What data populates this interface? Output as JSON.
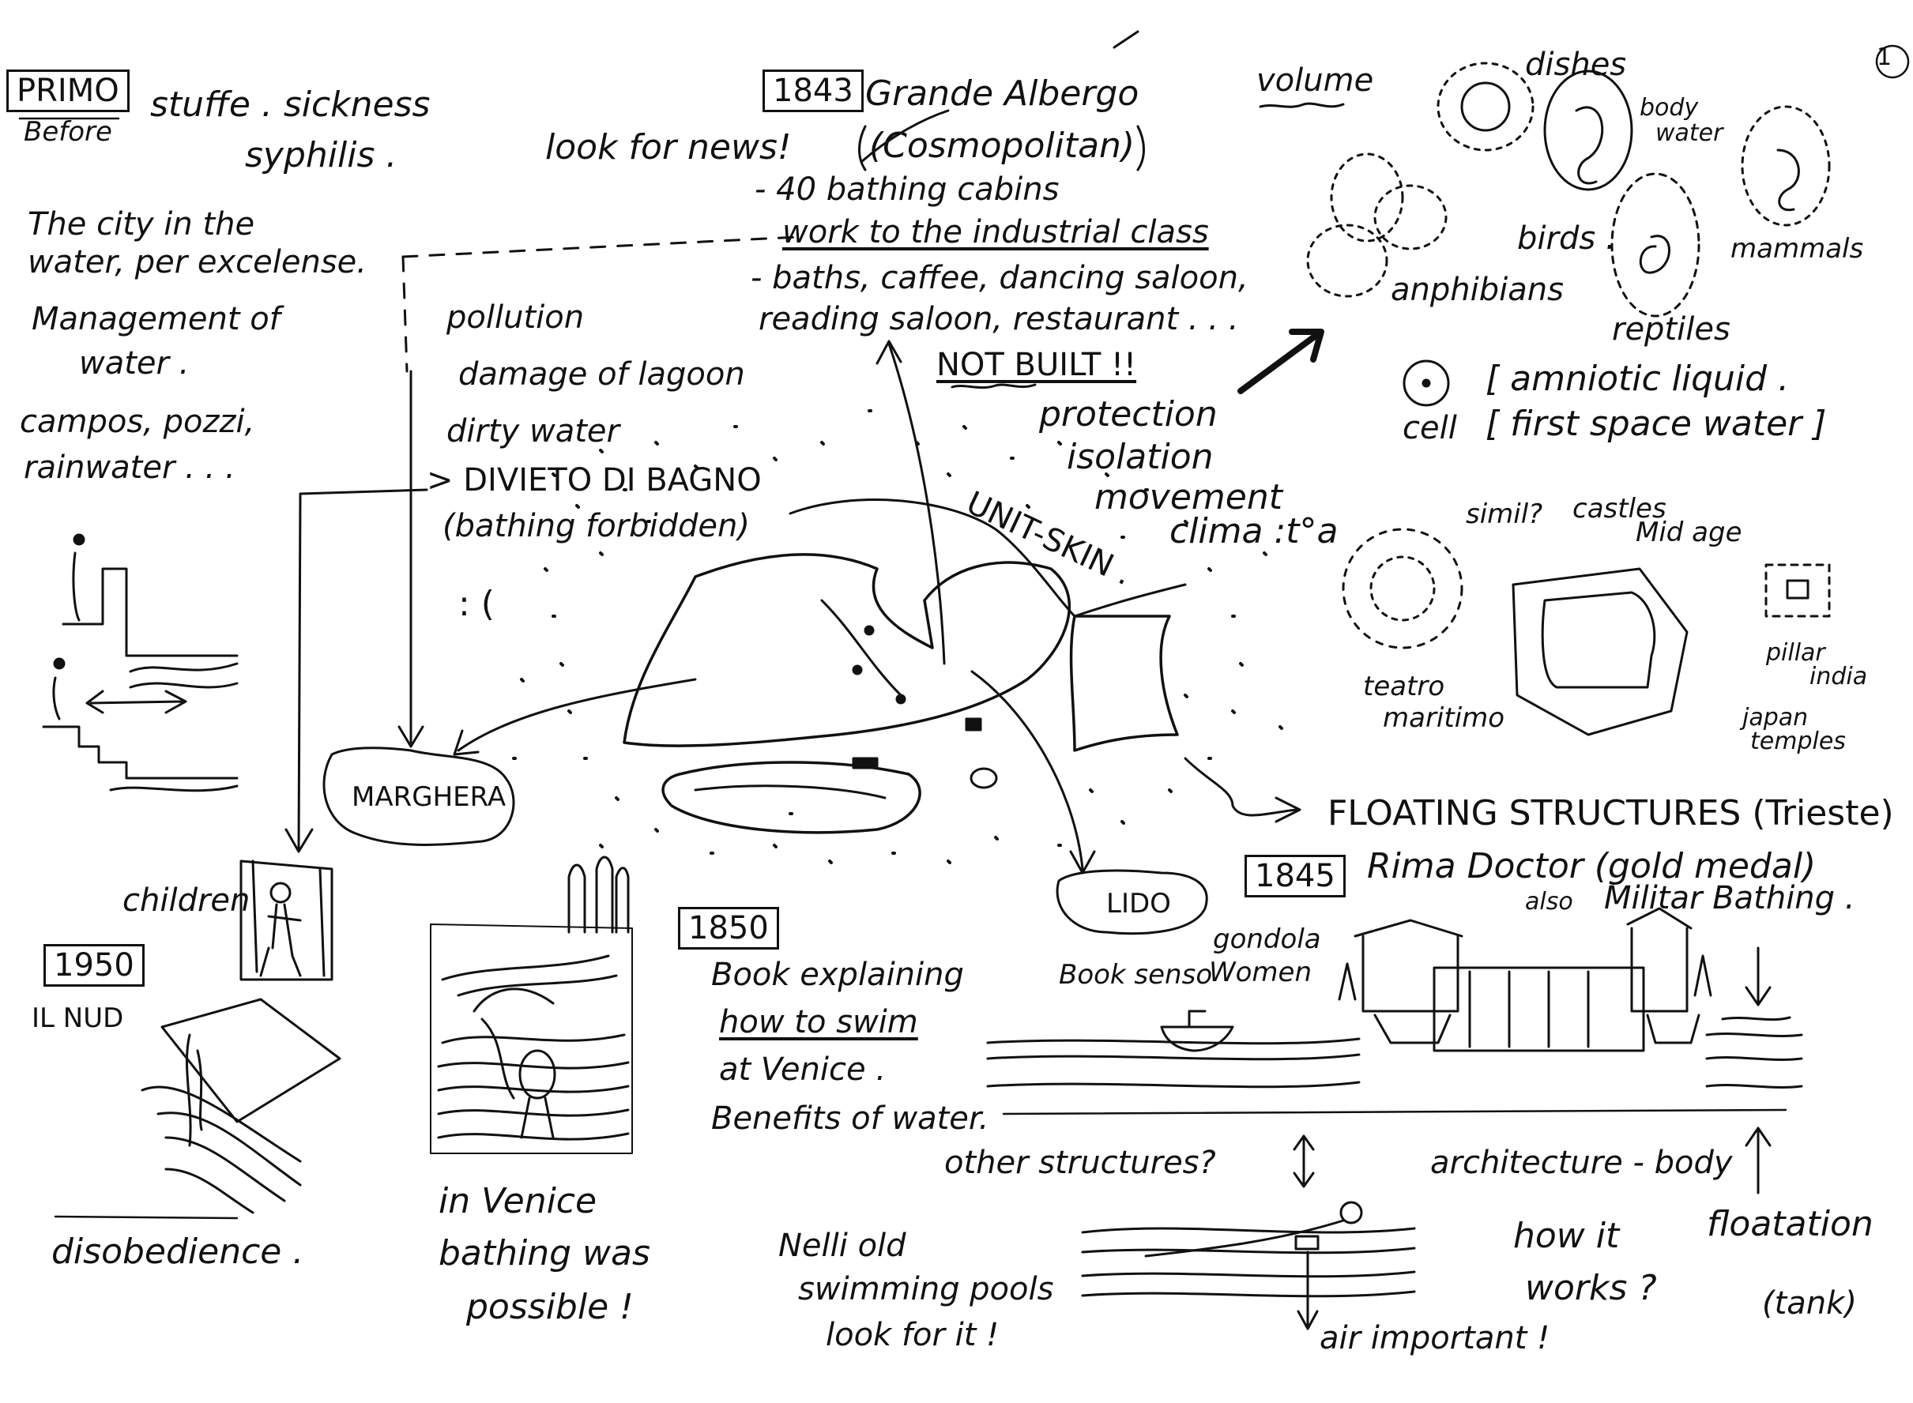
{
  "page_number": "1",
  "primo": {
    "label": "PRIMO",
    "sub": "Before"
  },
  "stuffe": [
    "stuffe . sickness",
    "syphilis ."
  ],
  "left_notes": {
    "city": [
      "The city in the",
      "water, per excelense."
    ],
    "management": [
      "Management of",
      "water ."
    ],
    "campos": [
      "campos, pozzi,",
      "rainwater . . ."
    ]
  },
  "look_for_news": "look for news!",
  "year_1843": "1843",
  "grande_albergo": [
    "Grande Albergo",
    "(Cosmopolitan)"
  ],
  "albergo_list": [
    "- 40 bathing cabins",
    "work to the industrial class",
    "- baths, caffee, dancing saloon,",
    "reading saloon, restaurant . . ."
  ],
  "pollution": [
    "pollution",
    "damage of lagoon",
    "dirty water",
    "> DIVIETO DI BAGNO",
    "(bathing forbidden)"
  ],
  "sad_face": ": (",
  "not_built": "NOT BUILT !!",
  "protection": [
    "protection",
    "isolation",
    "movement"
  ],
  "unit_skin": "UNIT-SKIN .",
  "clima": "clima :t°a",
  "margherita": "MARGHERA",
  "lido": "LIDO",
  "volume": "volume",
  "dishes": "dishes",
  "body_water": [
    "body",
    "water"
  ],
  "birds": "birds .",
  "mammals": "mammals",
  "anphibians": "anphibians",
  "reptiles": "reptiles",
  "cell": "cell",
  "amniotic": [
    "[ amniotic liquid .",
    "[ first space water ]"
  ],
  "similar": "simil?",
  "castles": [
    "castles",
    "Mid age"
  ],
  "teatro": [
    "teatro",
    "maritimo"
  ],
  "pillar": [
    "pillar",
    "india"
  ],
  "japan": [
    "japan",
    "temples"
  ],
  "floating": "FLOATING STRUCTURES (Trieste)",
  "year_1845": "1845",
  "rima_doctor": "Rima Doctor (gold medal)",
  "also": "also",
  "military": "Militar Bathing .",
  "book_senso": "Book senso",
  "gondola": [
    "gondola",
    "Women"
  ],
  "children": "children",
  "year_1950": "1950",
  "il_nud": "IL NUD",
  "disobedience": "disobedience .",
  "year_1850": "1850",
  "book_swim": [
    "Book explaining",
    "how to swim",
    "at Venice .",
    "Benefits of water."
  ],
  "in_venice": [
    "in Venice",
    "bathing was",
    "possible !"
  ],
  "other_structures": "other structures?",
  "architecture_body": "architecture - body",
  "nelli": [
    "Nelli old",
    "swimming pools",
    "look for it !"
  ],
  "air_important": "air important !",
  "how_it_works": [
    "how it",
    "works ?"
  ],
  "floatation": [
    "floatation",
    "(tank)"
  ]
}
